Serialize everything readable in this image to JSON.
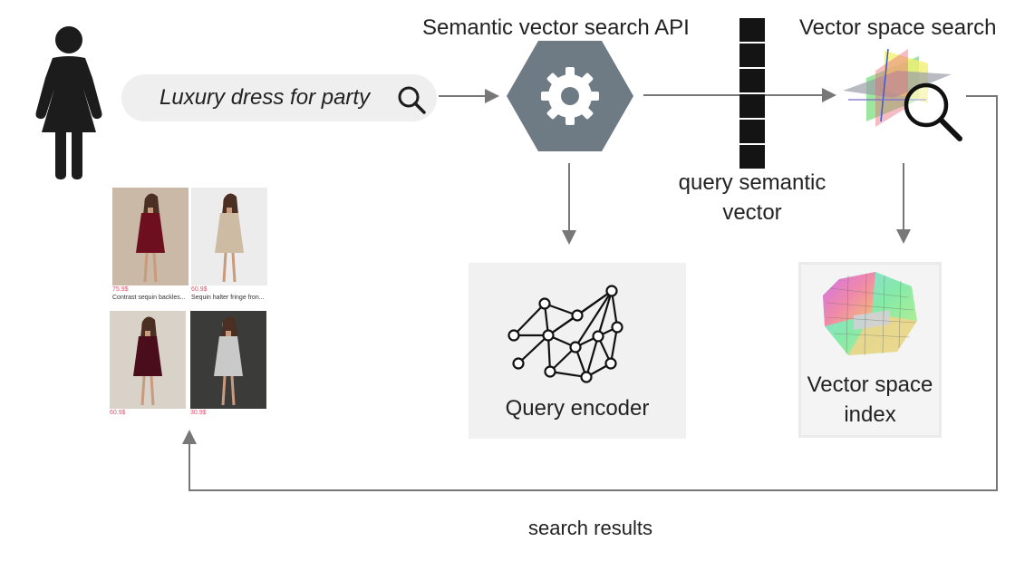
{
  "search": {
    "query": "Luxury dress for party",
    "icon": "search-icon"
  },
  "labels": {
    "api_title": "Semantic vector search API",
    "vector_search_title": "Vector space search",
    "query_semantic_vector": "query semantic\nvector",
    "query_encoder": "Query encoder",
    "vector_space_index": "Vector space\nindex",
    "search_results": "search results"
  },
  "vector_cells": 6,
  "results": [
    {
      "price": "75.9$",
      "title": "Contrast sequin backles...",
      "dress_color": "#6e0f1f",
      "bg": "#c9b9a6"
    },
    {
      "price": "60.9$",
      "title": "Sequin halter fringe fron...",
      "dress_color": "#cdbba4",
      "bg": "#ececec"
    },
    {
      "price": "60.9$",
      "title": "",
      "dress_color": "#4a0d1b",
      "bg": "#d8d2c8"
    },
    {
      "price": "30.9$",
      "title": "",
      "dress_color": "#c9c9c9",
      "bg": "#3b3b3a"
    }
  ],
  "colors": {
    "hexagon": "#6f7b84",
    "person": "#1c1c1c",
    "arrow": "#777777"
  }
}
